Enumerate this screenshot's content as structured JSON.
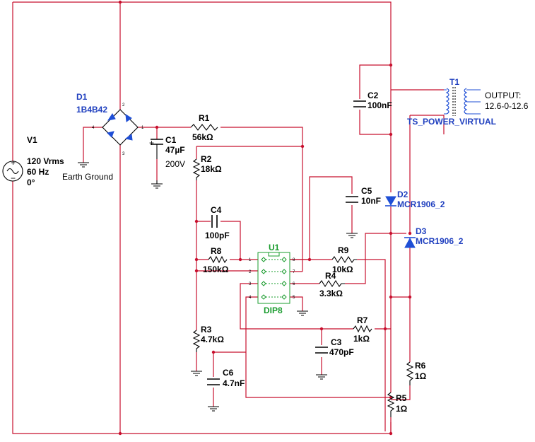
{
  "v1": {
    "ref": "V1",
    "value": "120 Vrms",
    "freq": "60 Hz",
    "phase": "0°"
  },
  "d1": {
    "ref": "D1",
    "part": "1B4B42",
    "pins": [
      "2",
      "4",
      "1",
      "3"
    ]
  },
  "ground": {
    "label": "Earth Ground"
  },
  "c1": {
    "ref": "C1",
    "value": "47µF",
    "rating": "200V",
    "polarity": "+"
  },
  "r1": {
    "ref": "R1",
    "value": "56kΩ"
  },
  "r2": {
    "ref": "R2",
    "value": "18kΩ"
  },
  "c4": {
    "ref": "C4",
    "value": "100pF"
  },
  "r8": {
    "ref": "R8",
    "value": "150kΩ"
  },
  "r3": {
    "ref": "R3",
    "value": "4.7kΩ"
  },
  "c6": {
    "ref": "C6",
    "value": "4.7nF"
  },
  "u1": {
    "ref": "U1",
    "package": "DIP8",
    "pins": [
      "1",
      "2",
      "3",
      "4",
      "5",
      "6",
      "7",
      "8"
    ]
  },
  "c3": {
    "ref": "C3",
    "value": "470pF"
  },
  "r7": {
    "ref": "R7",
    "value": "1kΩ"
  },
  "r9": {
    "ref": "R9",
    "value": "10kΩ"
  },
  "r4": {
    "ref": "R4",
    "value": "3.3kΩ"
  },
  "c5": {
    "ref": "C5",
    "value": "10nF"
  },
  "c2": {
    "ref": "C2",
    "value": "100nF"
  },
  "t1": {
    "ref": "T1",
    "part": "TS_POWER_VIRTUAL",
    "output_label": "OUTPUT:",
    "output_value": "12.6-0-12.6"
  },
  "d2": {
    "ref": "D2",
    "part": "MCR1906_2"
  },
  "d3": {
    "ref": "D3",
    "part": "MCR1906_2"
  },
  "r6": {
    "ref": "R6",
    "value": "1Ω"
  },
  "r5": {
    "ref": "R5",
    "value": "1Ω"
  },
  "colors": {
    "wire": "#c8102e",
    "component": "#000000",
    "part_label": "#1f3fbf",
    "ic": "#1a9c2e"
  }
}
